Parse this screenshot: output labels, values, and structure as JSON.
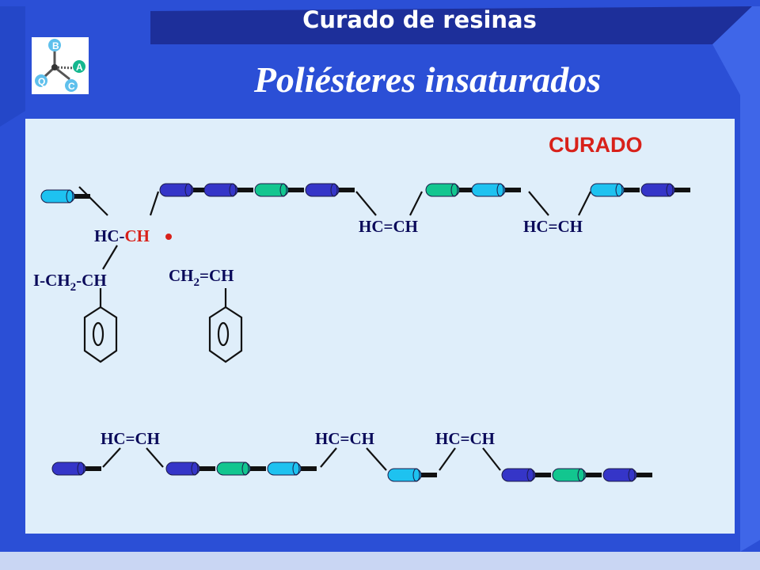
{
  "header": {
    "title": "Curado de resinas"
  },
  "main": {
    "title": "Poliésteres insaturados"
  },
  "logo": {
    "icon": "molecule-abc-logo-icon",
    "letters": [
      "B",
      "A",
      "C",
      "Q"
    ]
  },
  "diagram": {
    "label": "CURADO",
    "top_chain_labels": [
      "HC=CH",
      "HC=CH"
    ],
    "bottom_chain_labels": [
      "HC=CH",
      "HC=CH",
      "HC=CH"
    ],
    "radical_prefix": "HC-",
    "radical_red": "CH",
    "grafted_styrene": {
      "left": "I-CH",
      "sub": "2",
      "right": "-CH"
    },
    "styrene_monomer": {
      "left": "CH",
      "sub": "2",
      "right": "=CH"
    }
  },
  "colors": {
    "background": "#2b4fd6",
    "panel": "#dfeefa",
    "accent_red": "#d8211a",
    "segment_blue": "#3535c8",
    "segment_cyan": "#1ec2f0",
    "segment_green": "#12c68f"
  }
}
